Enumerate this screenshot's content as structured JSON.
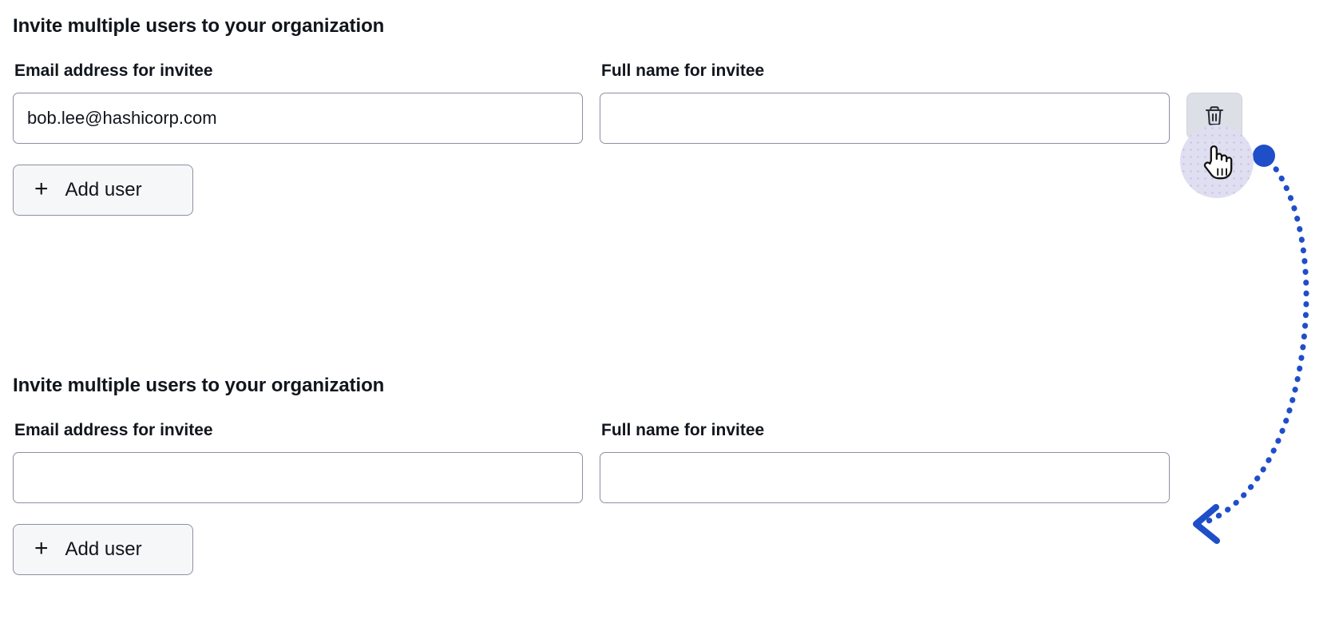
{
  "page": {
    "background": "#ffffff",
    "accent_blue": "#1f4ec9",
    "text_color": "#11151c",
    "input_border": "#8c8fa1"
  },
  "sections": [
    {
      "heading": "Invite multiple users to your organization",
      "email_field": {
        "label": "Email address for invitee",
        "value": "bob.lee@hashicorp.com",
        "placeholder": ""
      },
      "fullname_field": {
        "label": "Full name for invitee",
        "value": "",
        "placeholder": ""
      },
      "delete_button": {
        "icon": "trash-icon",
        "label": "",
        "state": "hover",
        "background": "#dcdfe5"
      },
      "add_user_button": {
        "icon": "plus-icon",
        "plus": "+",
        "label": "Add user"
      },
      "has_delete": true
    },
    {
      "heading": "Invite multiple users to your organization",
      "email_field": {
        "label": "Email address for invitee",
        "value": "",
        "placeholder": ""
      },
      "fullname_field": {
        "label": "Full name for invitee",
        "value": "",
        "placeholder": ""
      },
      "add_user_button": {
        "icon": "plus-icon",
        "plus": "+",
        "label": "Add user"
      },
      "has_delete": false
    }
  ],
  "annotation": {
    "type": "action-arrow",
    "color": "#1f4ec9",
    "start_marker": "filled-circle",
    "end_marker": "chevron-arrowhead",
    "line_style": "dotted",
    "cursor": {
      "glyph": "pointing-hand-cursor",
      "halo_color": "#dedcf0"
    }
  }
}
